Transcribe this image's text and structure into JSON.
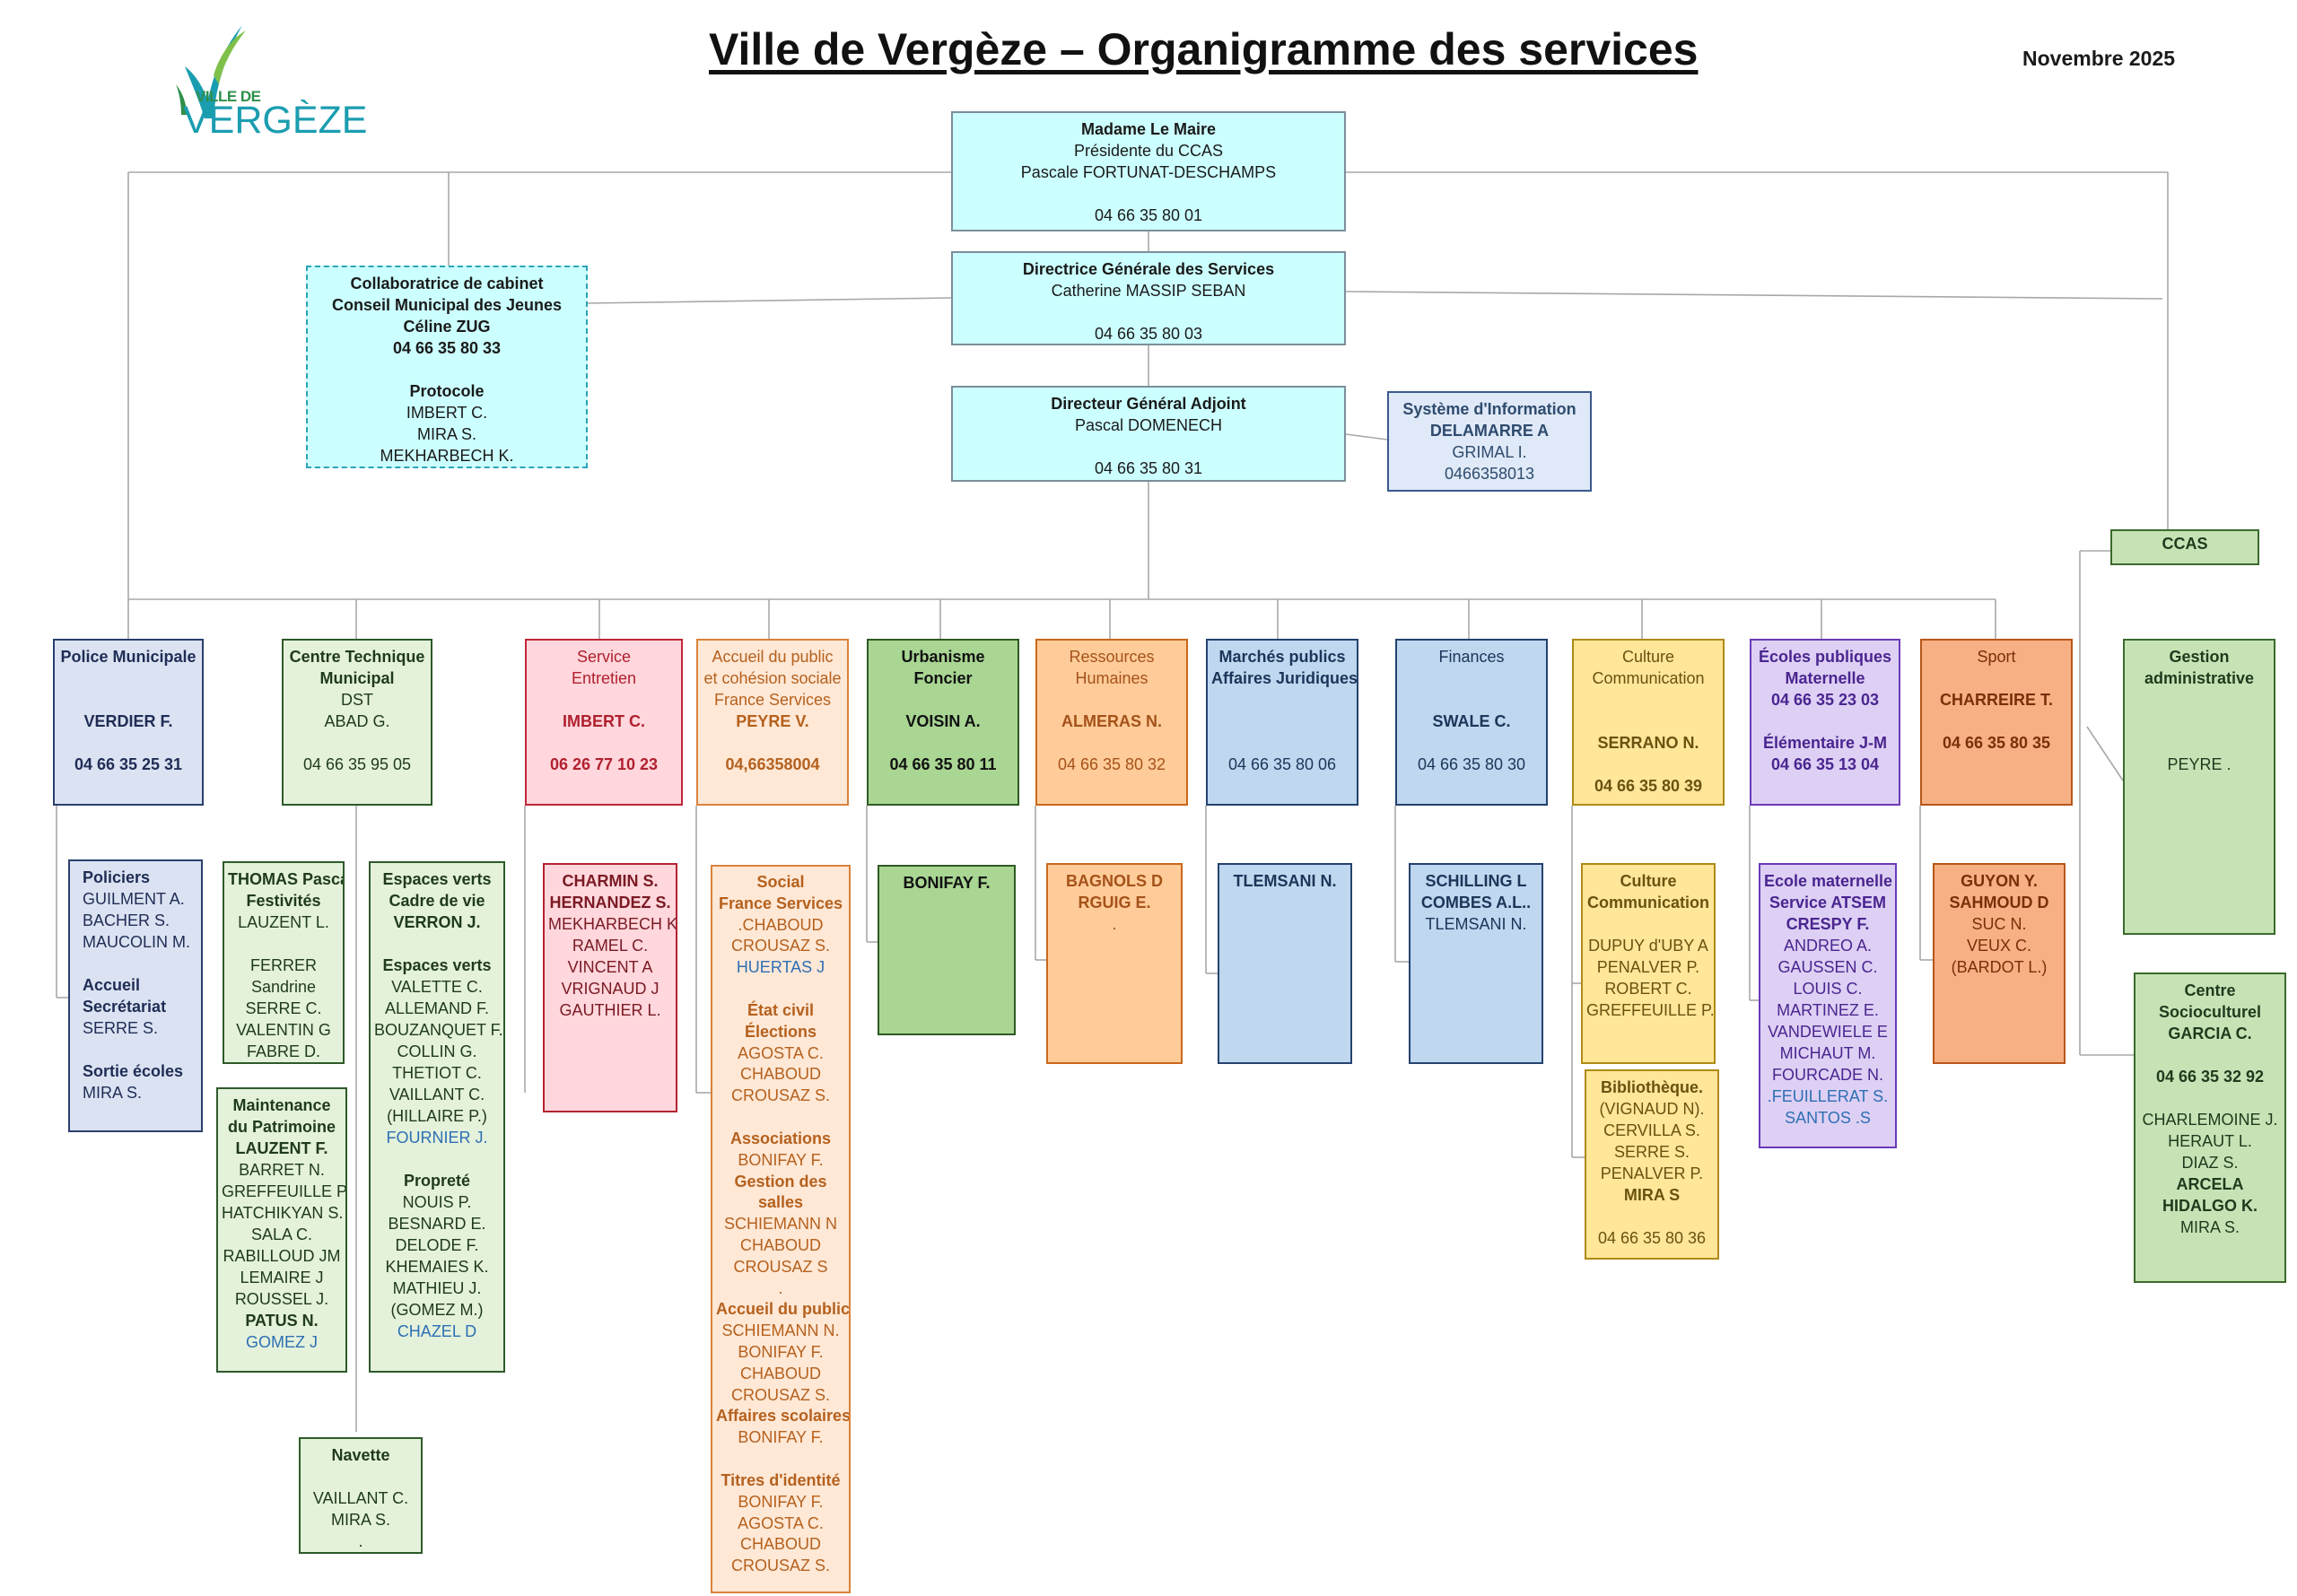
{
  "header": {
    "title": "Ville de Vergèze – Organigramme des services",
    "date": "Novembre 2025",
    "logo_small": "VILLE DE",
    "logo_big": "VERGÈZE"
  },
  "colors": {
    "direction": "#ccffff",
    "police": "#dbe2f2",
    "technique": "#e4f2db",
    "entretien": "#ffd7dc",
    "accueil": "#ffe8d6",
    "urbanisme": "#a9d693",
    "rh": "#ffcc99",
    "finances": "#bfd7ef",
    "culture": "#ffe699",
    "ecoles": "#ddd0f4",
    "sport": "#f6b083",
    "ccas": "#c7e3b6"
  },
  "boxes": {
    "maire": [
      "Madame Le Maire",
      "Présidente du CCAS",
      "Pascale FORTUNAT-DESCHAMPS",
      "",
      "04 66 35 80 01"
    ],
    "dgs": [
      "Directrice Générale des Services",
      "Catherine MASSIP SEBAN",
      "",
      "04 66 35 80 03"
    ],
    "dga": [
      "Directeur Général Adjoint",
      "Pascal DOMENECH",
      "",
      "04 66 35 80 31"
    ],
    "cabinet": [
      "Collaboratrice de cabinet",
      "Conseil Municipal des Jeunes",
      "Céline ZUG",
      "04 66 35 80 33",
      "",
      "Protocole",
      "IMBERT C.",
      "MIRA S.",
      "MEKHARBECH K."
    ],
    "systeme": [
      "Système d'Information",
      "DELAMARRE A",
      "GRIMAL I.",
      "0466358013"
    ],
    "ccas": [
      "CCAS"
    ],
    "police": [
      "Police Municipale",
      "",
      "",
      "VERDIER F.",
      "",
      "04 66 35 25 31"
    ],
    "police_team": [
      "Policiers",
      "GUILMENT A.",
      "BACHER S.",
      "MAUCOLIN M.",
      "",
      "Accueil",
      "Secrétariat",
      "SERRE S.",
      "",
      "Sortie écoles",
      "MIRA S."
    ],
    "ctm": [
      "Centre Technique",
      "Municipal",
      "DST",
      "ABAD G.",
      "",
      "04 66 35 95 05"
    ],
    "festivites": [
      "THOMAS Pascal",
      "Festivités",
      "LAUZENT L.",
      "",
      "FERRER",
      "Sandrine",
      "SERRE C.",
      "VALENTIN G",
      "FABRE D."
    ],
    "maintenance": [
      "Maintenance",
      "du Patrimoine",
      "LAUZENT F.",
      "BARRET N.",
      "GREFFEUILLE P.",
      "HATCHIKYAN S.",
      "SALA C.",
      "RABILLOUD JM",
      "LEMAIRE J",
      "ROUSSEL J.",
      "PATUS N.",
      "GOMEZ J"
    ],
    "espaces": [
      "Espaces verts",
      "Cadre de vie",
      "VERRON J.",
      "",
      "Espaces verts",
      "VALETTE C.",
      "ALLEMAND F.",
      "BOUZANQUET F.",
      "COLLIN G.",
      "THETIOT C.",
      "VAILLANT C.",
      "(HILLAIRE P.)",
      "FOURNIER J.",
      "",
      "Propreté",
      "NOUIS P.",
      "BESNARD E.",
      "DELODE F.",
      "KHEMAIES K.",
      "MATHIEU J.",
      "(GOMEZ M.)",
      "CHAZEL D"
    ],
    "navette": [
      "Navette",
      "",
      "VAILLANT C.",
      "MIRA S.",
      "."
    ],
    "entretien": [
      "Service",
      "Entretien",
      "",
      "IMBERT C.",
      "",
      "06 26 77 10 23"
    ],
    "entretien_team": [
      "CHARMIN S.",
      "HERNANDEZ S.",
      "MEKHARBECH K.",
      "RAMEL C.",
      "VINCENT A",
      "VRIGNAUD J",
      "GAUTHIER L."
    ],
    "accueil": [
      "Accueil du public",
      "et cohésion sociale",
      "France Services",
      "PEYRE V.",
      "",
      "04,66358004"
    ],
    "social": [
      "Social",
      "France Services",
      ".CHABOUD",
      "CROUSAZ S.",
      "HUERTAS J",
      "",
      "État civil",
      "Élections",
      "AGOSTA C.",
      "CHABOUD",
      "CROUSAZ S.",
      "",
      "Associations",
      "BONIFAY F.",
      "Gestion des",
      "salles",
      "SCHIEMANN N",
      "CHABOUD",
      "CROUSAZ S",
      ".",
      "Accueil du public",
      "SCHIEMANN N.",
      "BONIFAY F.",
      "CHABOUD",
      "CROUSAZ S.",
      "Affaires scolaires",
      "BONIFAY F.",
      "",
      "Titres d'identité",
      "BONIFAY F.",
      "AGOSTA C.",
      "CHABOUD",
      "CROUSAZ S."
    ],
    "urbanisme": [
      "Urbanisme",
      "Foncier",
      "",
      "VOISIN A.",
      "",
      "04 66 35 80 11"
    ],
    "urbanisme_team": [
      "BONIFAY F."
    ],
    "rh": [
      "Ressources",
      "Humaines",
      "",
      "ALMERAS N.",
      "",
      "04 66 35 80 32"
    ],
    "rh_team": [
      "BAGNOLS D",
      "RGUIG E.",
      "."
    ],
    "marches": [
      "Marchés publics",
      "Affaires Juridiques",
      "",
      "",
      "",
      "04 66 35 80 06"
    ],
    "marches_team": [
      "TLEMSANI N."
    ],
    "finances": [
      "Finances",
      "",
      "",
      "SWALE C.",
      "",
      "04 66 35 80 30"
    ],
    "finances_team": [
      "SCHILLING L",
      "COMBES A.L..",
      "TLEMSANI N."
    ],
    "culture": [
      "Culture",
      "Communication",
      "",
      "",
      "SERRANO N.",
      "",
      "04 66 35 80 39"
    ],
    "culture_team": [
      "Culture",
      "Communication",
      "",
      "DUPUY d'UBY A",
      "PENALVER P.",
      "ROBERT C.",
      "GREFFEUILLE P."
    ],
    "biblio": [
      "Bibliothèque.",
      "(VIGNAUD N).",
      "CERVILLA S.",
      "SERRE  S.",
      "PENALVER P.",
      "MIRA S",
      "",
      "04 66 35 80 36"
    ],
    "ecoles": [
      "Écoles publiques",
      "Maternelle",
      "04 66 35 23 03",
      "",
      "Élémentaire J-M",
      "04 66 35 13 04"
    ],
    "atsem": [
      "Ecole maternelle",
      "Service ATSEM",
      "CRESPY F.",
      "ANDREO A.",
      "GAUSSEN C.",
      "LOUIS C.",
      "MARTINEZ E.",
      "VANDEWIELE E",
      "MICHAUT M.",
      "FOURCADE N.",
      ".FEUILLERAT S.",
      "SANTOS .S"
    ],
    "sport": [
      "Sport",
      "",
      "CHARREIRE T.",
      "",
      "04 66 35 80 35"
    ],
    "sport_team": [
      "GUYON Y.",
      "SAHMOUD D",
      "SUC N.",
      "VEUX C.",
      "(BARDOT L.)"
    ],
    "gestion": [
      "Gestion",
      "administrative",
      "",
      "",
      "",
      "PEYRE ."
    ],
    "socioculturel": [
      "Centre",
      "Socioculturel",
      "GARCIA C.",
      "",
      "04 66 35 32 92",
      "",
      "CHARLEMOINE J.",
      "HERAUT L.",
      "DIAZ S.",
      "ARCELA",
      "HIDALGO  K.",
      "MIRA S."
    ]
  }
}
